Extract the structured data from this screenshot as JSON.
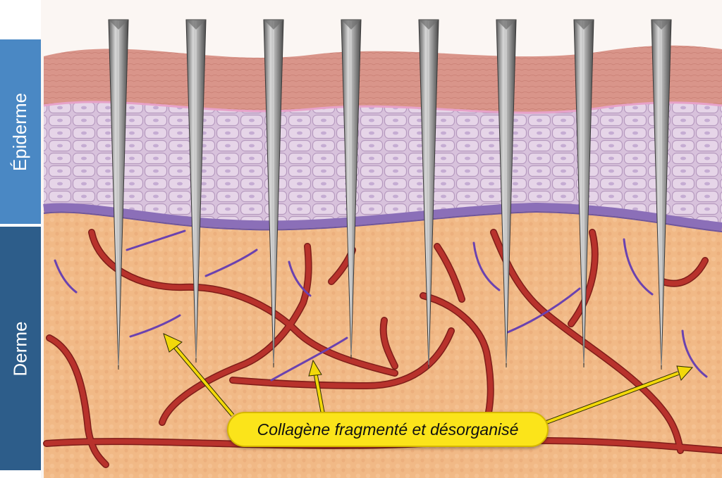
{
  "labels": {
    "epidermis": "Épiderme",
    "dermis": "Derme",
    "callout": "Collagène fragmenté et désorganisé"
  },
  "colors": {
    "skin_surface": "#d9958a",
    "epidermis_cells": "#d8c2dc",
    "basal_layer": "#8b6fb8",
    "dermis": "#f1b986",
    "vessel": "#b8322c",
    "collagen": "#6a42b0",
    "needle": "#8c8c8c",
    "callout_fill": "#fbe41a",
    "arrow": "#f2d80a",
    "label_epidermis": "#4a88c4",
    "label_dermis": "#2d5d8a"
  },
  "needles": {
    "count": 8
  }
}
